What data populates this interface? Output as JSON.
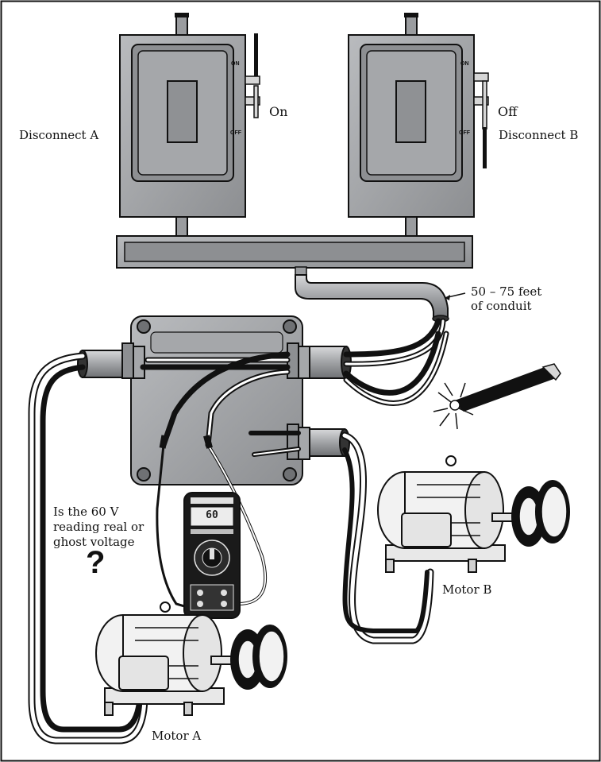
{
  "labels": {
    "disconnect_a": "Disconnect A",
    "disconnect_b": "Disconnect B",
    "switch_on": "ON",
    "switch_off": "OFF",
    "state_a": "On",
    "state_b": "Off",
    "conduit_line1": "50 – 75 feet",
    "conduit_line2": "of conduit",
    "question_line1": "Is the 60 V",
    "question_line2": "reading real or",
    "question_line3": "ghost voltage",
    "question_mark": "?",
    "motor_a": "Motor A",
    "motor_b": "Motor B"
  },
  "meter": {
    "display": "60"
  },
  "colors": {
    "enclosure": "#a7a9ac",
    "enclosure_dark": "#7c7e81",
    "wire_black": "#111111",
    "wire_white": "#ffffff",
    "outline": "#1a1a1a",
    "motor_fill": "#f2f2f2"
  }
}
